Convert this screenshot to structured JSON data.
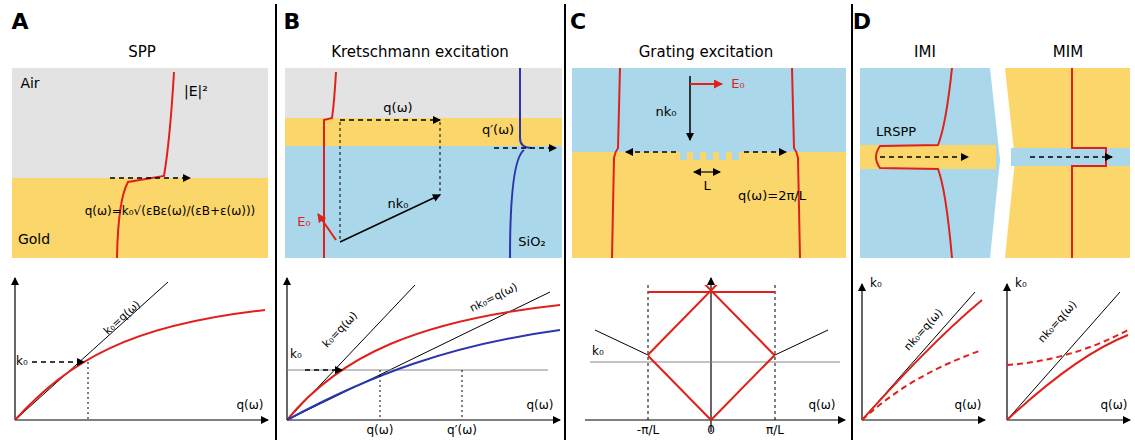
{
  "diagram": {
    "labels": [
      "A",
      "SPP",
      "Air",
      "|E|²",
      "q(ω)=k₀√(εBε(ω)/(εB+ε(ω)))",
      "Gold",
      "k₀=q(ω)",
      "k₀",
      "q(ω)",
      "B",
      "Kretschmann excitation",
      "q(ω)",
      "E₀",
      "nk₀",
      "q′(ω)",
      "SiO₂",
      "k₀=q(ω)",
      "nk₀=q(ω)",
      "k₀",
      "q(ω)",
      "q′(ω)",
      "q(ω)",
      "C",
      "Grating excitation",
      "nk₀",
      "E₀",
      "L",
      "q(ω)=2π/L",
      "k₀",
      "-π/L",
      "0",
      "π/L",
      "q(ω)",
      "D",
      "IMI",
      "MIM",
      "LRSPP",
      "k₀",
      "nk₀=q(ω)",
      "q(ω)",
      "k₀",
      "nk₀=q(ω)",
      "q(ω)"
    ]
  }
}
